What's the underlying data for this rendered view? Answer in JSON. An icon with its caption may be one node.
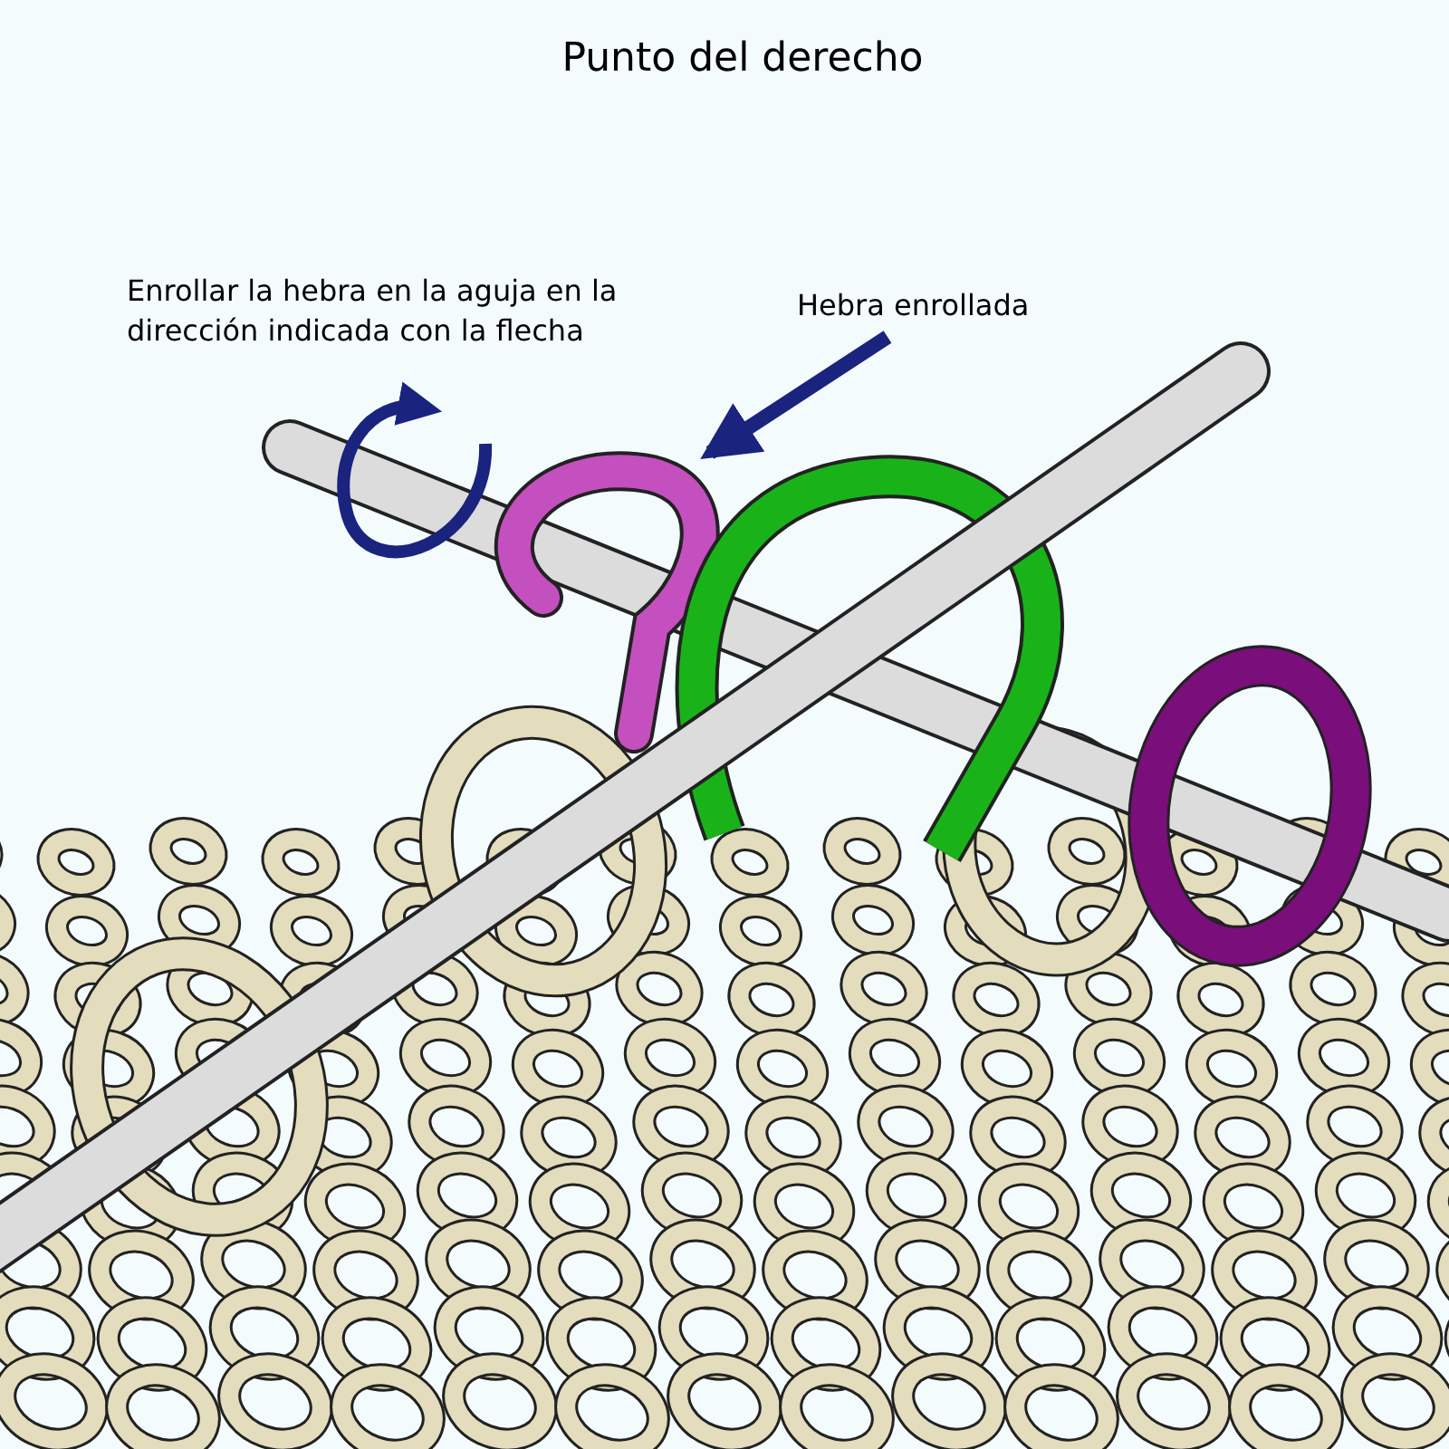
{
  "diagram": {
    "title": "Punto del derecho",
    "nodes": [
      {
        "text": [
          "Hebra enrollada"
        ]
      },
      {
        "text": [],
        "shape": "picture"
      }
    ],
    "edges": [
      {
        "from": 0,
        "to": 1,
        "arrow": "to"
      }
    ],
    "labels": [
      "Enrollar la hebra en la aguja en la dirección indicada con la flecha"
    ]
  }
}
